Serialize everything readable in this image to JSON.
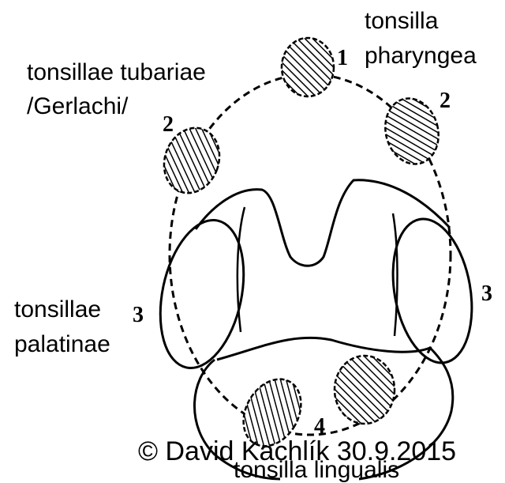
{
  "labels": {
    "pharyngea_line1": "tonsilla",
    "pharyngea_line2": "pharyngea",
    "tubariae_line1": "tonsillae tubariae",
    "tubariae_line2": "/Gerlachi/",
    "palatinae_line1": "tonsillae",
    "palatinae_line2": "palatinae",
    "lingualis": "tonsilla lingualis"
  },
  "numbers": {
    "n1": "1",
    "n2_left": "2",
    "n2_right": "2",
    "n3_left": "3",
    "n3_right": "3",
    "n4": "4"
  },
  "copyright": "© David Kachlík 30.9.2015",
  "colors": {
    "ink": "#000000",
    "background": "#ffffff"
  }
}
